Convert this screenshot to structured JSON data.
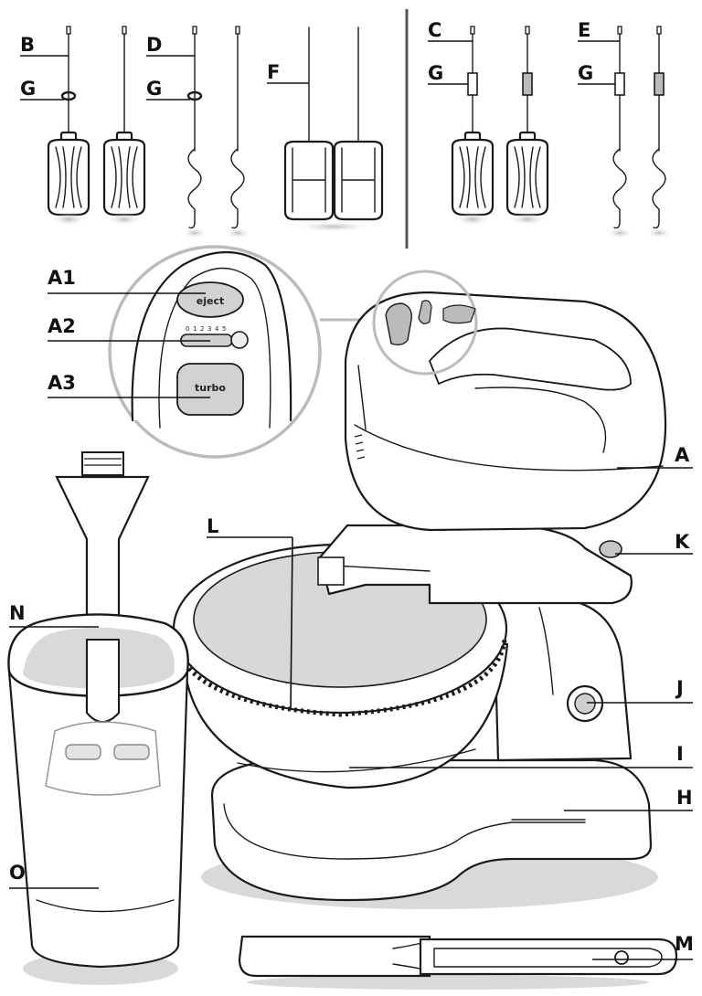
{
  "labels": {
    "B": "B",
    "G1": "G",
    "D": "D",
    "G2": "G",
    "F": "F",
    "C": "C",
    "G3": "G",
    "E": "E",
    "G4": "G",
    "A1": "A1",
    "A2": "A2",
    "A3": "A3",
    "A": "A",
    "K": "K",
    "L": "L",
    "N": "N",
    "J": "J",
    "I": "I",
    "H": "H",
    "O": "O",
    "M": "M"
  },
  "controls": {
    "eject": "eject",
    "turbo": "turbo",
    "speeds": [
      "0",
      "1",
      "2",
      "3",
      "4",
      "5"
    ]
  },
  "colors": {
    "outline": "#1a1a1a",
    "shade": "#d9d9d9",
    "background": "#ffffff"
  }
}
